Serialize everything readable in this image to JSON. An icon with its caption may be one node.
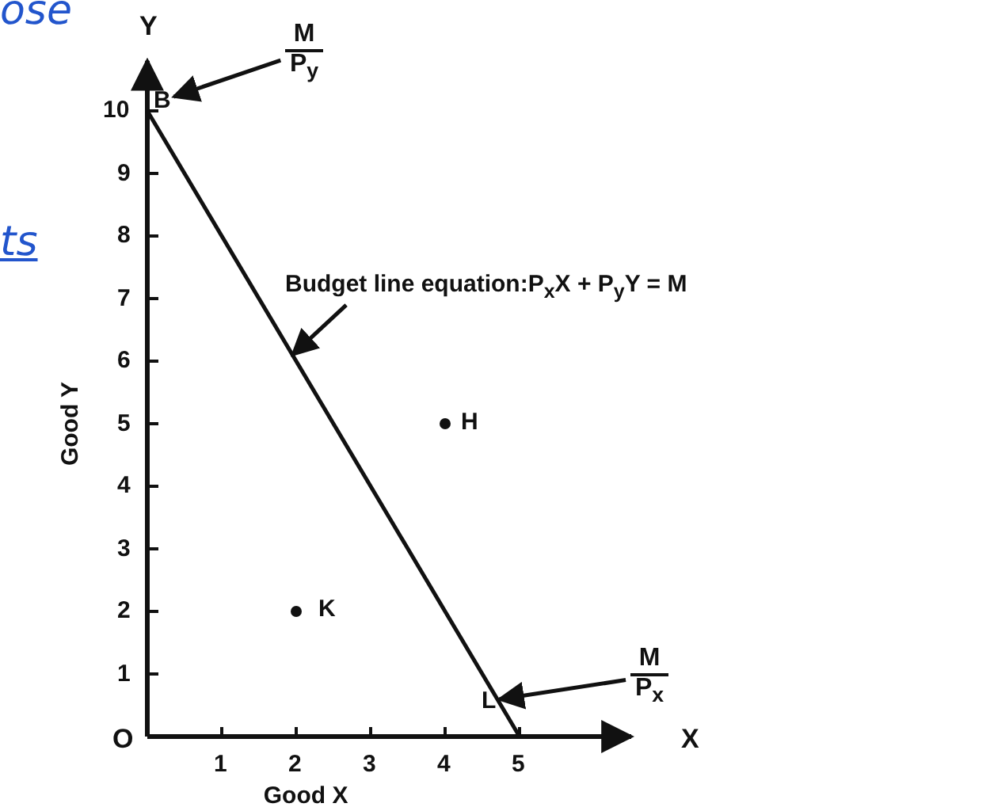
{
  "diagram": {
    "nodes": [
      {
        "text": [
          "M",
          "P$_{y}$"
        ]
      },
      {
        "text": [
          "Budget line equation:P$_{x}$X + P$_{y}$Y = M"
        ]
      },
      {
        "text": [
          "M",
          "P$_{x}$"
        ]
      },
      {
        "text": [
          "B"
        ]
      },
      {
        "text": [
          "L"
        ]
      }
    ],
    "edges": [
      {
        "from": 0,
        "to": 3,
        "arrow": "to"
      },
      {
        "from": 1,
        "to": null,
        "arrow": "to"
      },
      {
        "from": 2,
        "to": 4,
        "arrow": "to"
      }
    ],
    "labels": [
      "ose",
      "ts",
      "Y",
      "X",
      "O"
    ],
    "chart_data": {
      "type": "line",
      "xlabel": "Good X",
      "ylabel": "Good Y",
      "x": [
        0,
        5
      ],
      "series": [
        {
          "values": [
            10,
            0
          ]
        }
      ],
      "xlim": [
        0,
        6.5
      ],
      "ylim": [
        0,
        10.8
      ],
      "xticks": [
        1,
        2,
        3,
        4,
        5
      ],
      "yticks": [
        1,
        2,
        3,
        4,
        5,
        6,
        7,
        8,
        9,
        10
      ],
      "annotations": [
        {
          "x": 4,
          "y": 5,
          "text": "H"
        },
        {
          "x": 2,
          "y": 2,
          "text": "K"
        }
      ]
    }
  }
}
